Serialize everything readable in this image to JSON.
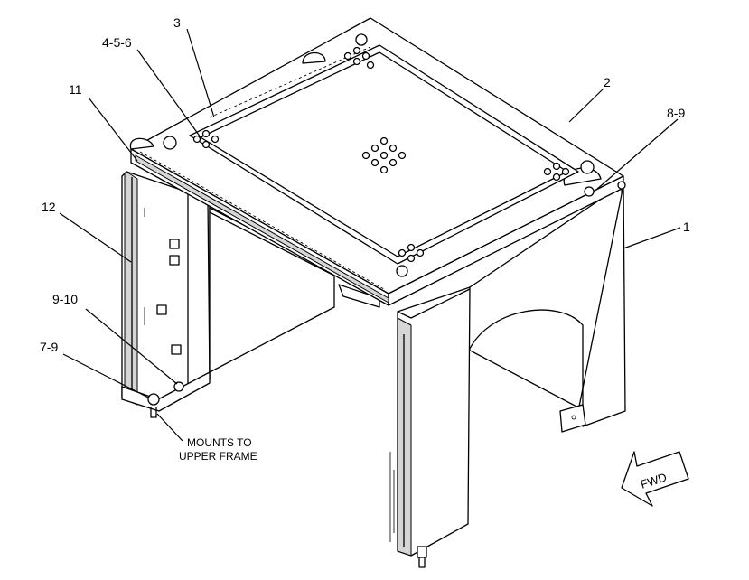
{
  "callouts": {
    "c1": "1",
    "c2": "2",
    "c3": "3",
    "c456": "4-5-6",
    "c89": "8-9",
    "c11": "11",
    "c12": "12",
    "c910": "9-10",
    "c79": "7-9"
  },
  "note": {
    "line1": "MOUNTS TO",
    "line2": "UPPER FRAME"
  },
  "direction_arrow": {
    "label": "FWD",
    "icon": "forward-arrow-icon"
  },
  "colors": {
    "line": "#000000",
    "background": "#ffffff",
    "shade": "#d6d6d6"
  }
}
